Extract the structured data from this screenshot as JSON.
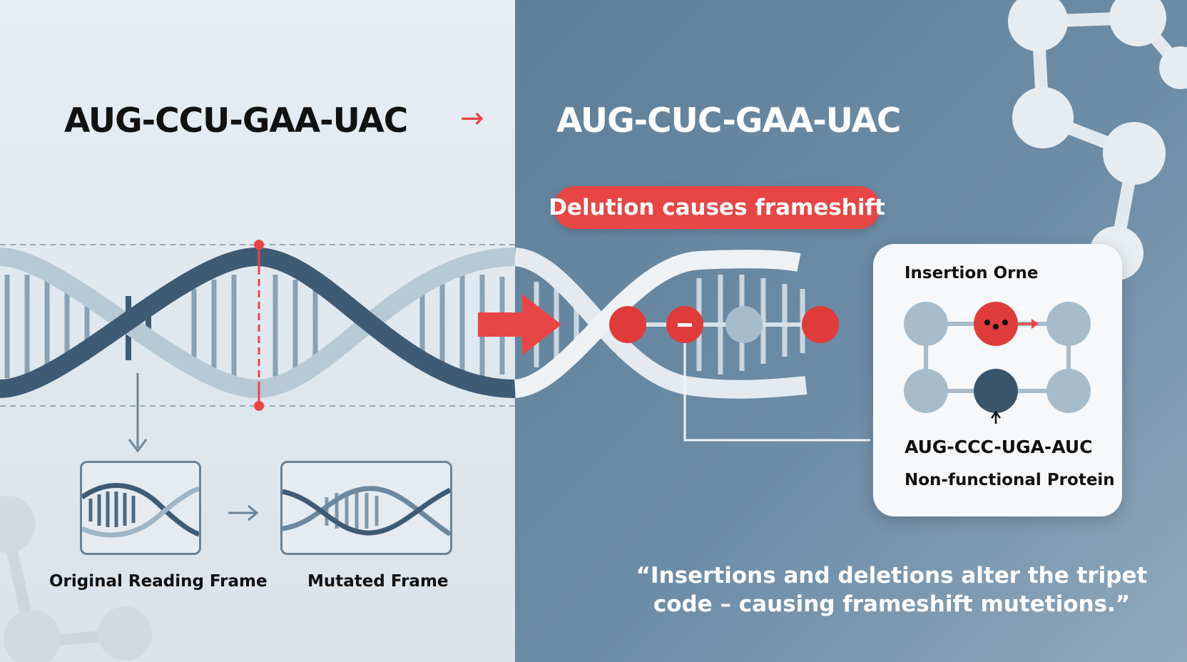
{
  "sequences": {
    "original": "AUG-CCU-GAA-UAC",
    "mutated": "AUG-CUC-GAA-UAC"
  },
  "callout": "Delution causes frameshift",
  "inset_card": {
    "title": "Insertion Orne",
    "sequence": "AUG-CCC-UGA-AUC",
    "result": "Non-functional Protein"
  },
  "frames": {
    "original_label": "Original Reading Frame",
    "mutated_label": "Mutated Frame"
  },
  "quote": "“Insertions and deletions alter the tripet code – causing frameshift mutetions.”",
  "colors": {
    "accent_red": "#e84545",
    "dna_dark": "#3f5b74",
    "dna_light": "#a9bfcf",
    "left_bg": "#e3eaf0",
    "right_bg": "#6a89a3"
  },
  "icons": {
    "top_arrow": "→",
    "between_frames_arrow": "→",
    "up_arrow": "↑"
  }
}
